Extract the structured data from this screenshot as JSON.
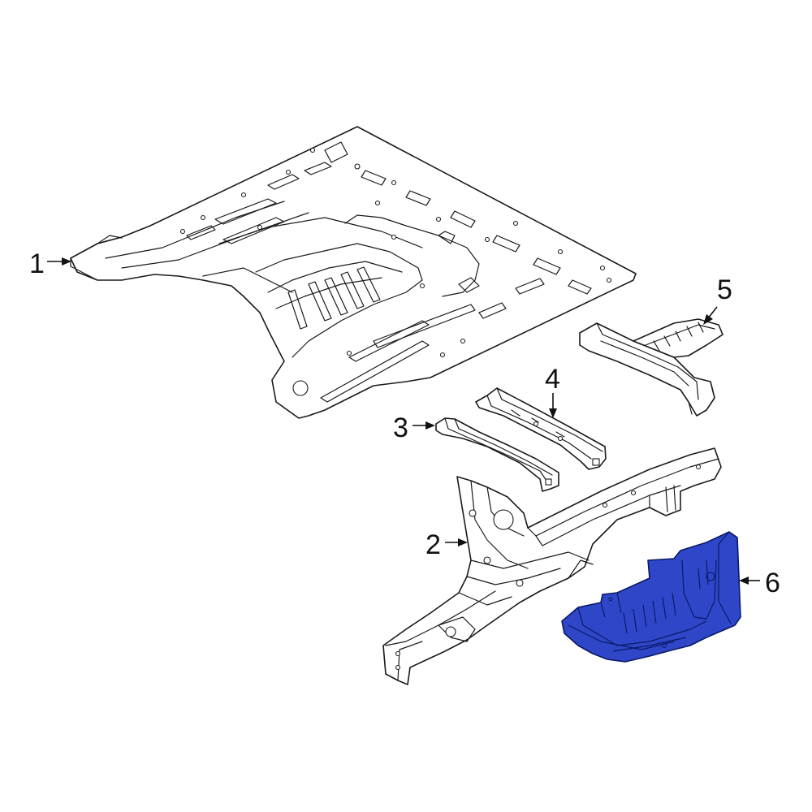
{
  "callouts": [
    {
      "number": "1"
    },
    {
      "number": "2"
    },
    {
      "number": "3"
    },
    {
      "number": "4"
    },
    {
      "number": "5"
    },
    {
      "number": "6"
    }
  ],
  "colors": {
    "highlight": "#2f46c8",
    "line": "#1a1a1a",
    "background": "#ffffff"
  },
  "highlighted_part": "6"
}
